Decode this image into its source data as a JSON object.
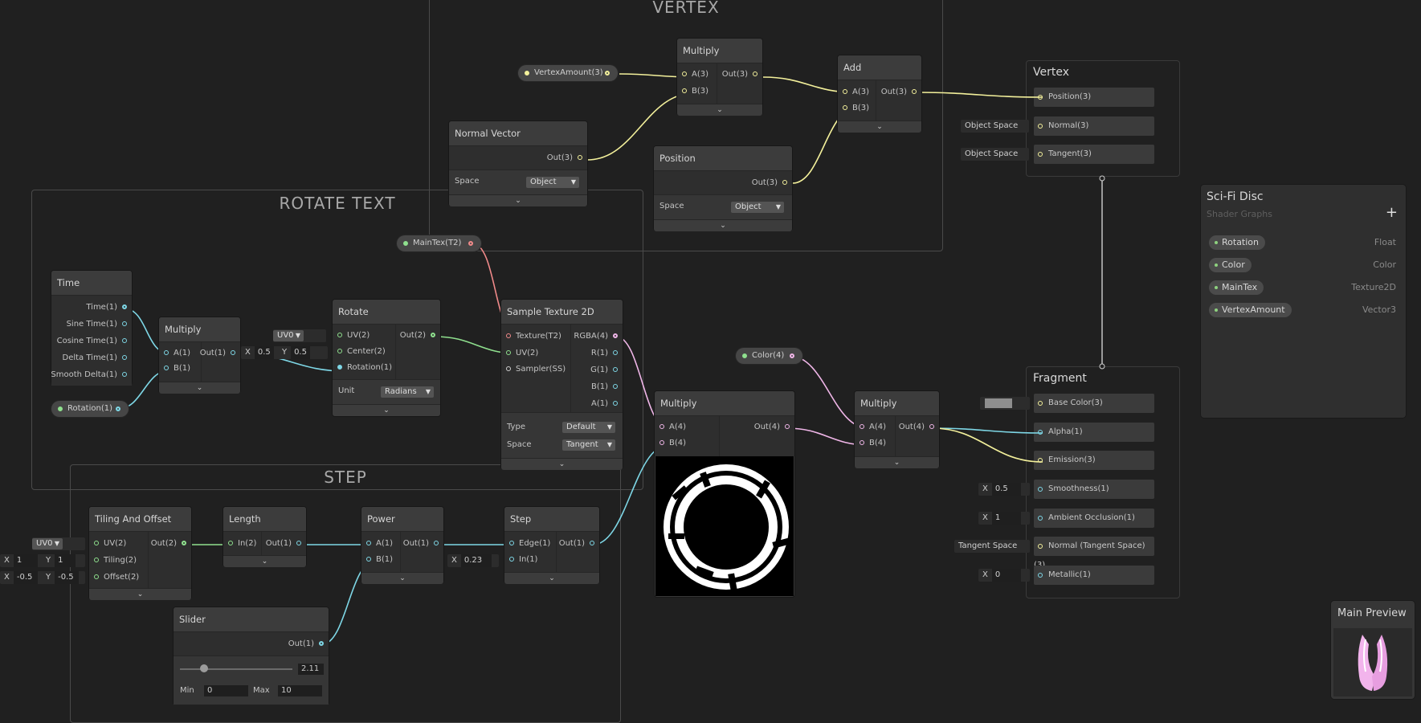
{
  "groups": {
    "vertex": "VERTEX",
    "rotate_text": "ROTATE TEXT",
    "step": "STEP"
  },
  "colors": {
    "vec3": "#f3f09b",
    "vec2": "#8fe08e",
    "vec1": "#7ed7e6",
    "vec4": "#f0b6e8",
    "tex": "#f18a8a",
    "gray": "#cfcfcf"
  },
  "nodes": {
    "multiply_v": {
      "title": "Multiply",
      "in": [
        "A(3)",
        "B(3)"
      ],
      "out": "Out(3)"
    },
    "add": {
      "title": "Add",
      "in": [
        "A(3)",
        "B(3)"
      ],
      "out": "Out(3)"
    },
    "normal_vector": {
      "title": "Normal Vector",
      "out": "Out(3)",
      "space_label": "Space",
      "space_value": "Object"
    },
    "position": {
      "title": "Position",
      "out": "Out(3)",
      "space_label": "Space",
      "space_value": "Object"
    },
    "time": {
      "title": "Time",
      "outs": [
        "Time(1)",
        "Sine Time(1)",
        "Cosine Time(1)",
        "Delta Time(1)",
        "Smooth Delta(1)"
      ]
    },
    "multiply_r": {
      "title": "Multiply",
      "in": [
        "A(1)",
        "B(1)"
      ],
      "out": "Out(1)"
    },
    "rotate": {
      "title": "Rotate",
      "in": [
        "UV(2)",
        "Center(2)",
        "Rotation(1)"
      ],
      "out": "Out(2)",
      "unit_label": "Unit",
      "unit_value": "Radians"
    },
    "sample_texture": {
      "title": "Sample Texture 2D",
      "in": [
        "Texture(T2)",
        "UV(2)",
        "Sampler(SS)"
      ],
      "outs": [
        "RGBA(4)",
        "R(1)",
        "G(1)",
        "B(1)",
        "A(1)"
      ],
      "type_label": "Type",
      "type_value": "Default",
      "space_label": "Space",
      "space_value": "Tangent"
    },
    "multiply_c": {
      "title": "Multiply",
      "in": [
        "A(4)",
        "B(4)"
      ],
      "out": "Out(4)"
    },
    "multiply_f": {
      "title": "Multiply",
      "in": [
        "A(4)",
        "B(4)"
      ],
      "out": "Out(4)"
    },
    "tiling": {
      "title": "Tiling And Offset",
      "in": [
        "UV(2)",
        "Tiling(2)",
        "Offset(2)"
      ],
      "out": "Out(2)"
    },
    "length": {
      "title": "Length",
      "in": [
        "In(2)"
      ],
      "out": "Out(1)"
    },
    "power": {
      "title": "Power",
      "in": [
        "A(1)",
        "B(1)"
      ],
      "out": "Out(1)"
    },
    "step": {
      "title": "Step",
      "in": [
        "Edge(1)",
        "In(1)"
      ],
      "out": "Out(1)"
    },
    "slider": {
      "title": "Slider",
      "out": "Out(1)",
      "value": "2.11",
      "level": 0.211,
      "min_label": "Min",
      "min": "0",
      "max_label": "Max",
      "max": "10"
    }
  },
  "properties_pills": {
    "vertex_amount": "VertexAmount(3)",
    "main_tex": "MainTex(T2)",
    "rotation": "Rotation(1)",
    "color": "Color(4)"
  },
  "inlines": {
    "uv0_a": "UV0",
    "center_x_k": "X",
    "center_x": "0.5",
    "center_y_k": "Y",
    "center_y": "0.5",
    "uv0_b": "UV0",
    "tiling_x_k": "X",
    "tiling_x": "1",
    "tiling_y_k": "Y",
    "tiling_y": "1",
    "offset_x_k": "X",
    "offset_x": "-0.5",
    "offset_y_k": "Y",
    "offset_y": "-0.5",
    "step_in_k": "X",
    "step_in": "0.23"
  },
  "vertex_master": {
    "title": "Vertex",
    "slots": [
      "Position(3)",
      "Normal(3)",
      "Tangent(3)"
    ],
    "normal_space": "Object Space",
    "tangent_space": "Object Space"
  },
  "fragment_master": {
    "title": "Fragment",
    "slots": [
      "Base Color(3)",
      "Alpha(1)",
      "Emission(3)",
      "Smoothness(1)",
      "Ambient Occlusion(1)",
      "Normal (Tangent Space)(3)",
      "Metallic(1)"
    ],
    "smooth_k": "X",
    "smooth_v": "0.5",
    "ao_k": "X",
    "ao_v": "1",
    "normal_space": "Tangent Space",
    "metal_k": "X",
    "metal_v": "0"
  },
  "blackboard": {
    "title": "Sci-Fi Disc",
    "subtitle": "Shader Graphs",
    "add_label": "+",
    "props": [
      {
        "name": "Rotation",
        "type": "Float"
      },
      {
        "name": "Color",
        "type": "Color"
      },
      {
        "name": "MainTex",
        "type": "Texture2D"
      },
      {
        "name": "VertexAmount",
        "type": "Vector3"
      }
    ]
  },
  "main_preview": {
    "title": "Main Preview"
  }
}
